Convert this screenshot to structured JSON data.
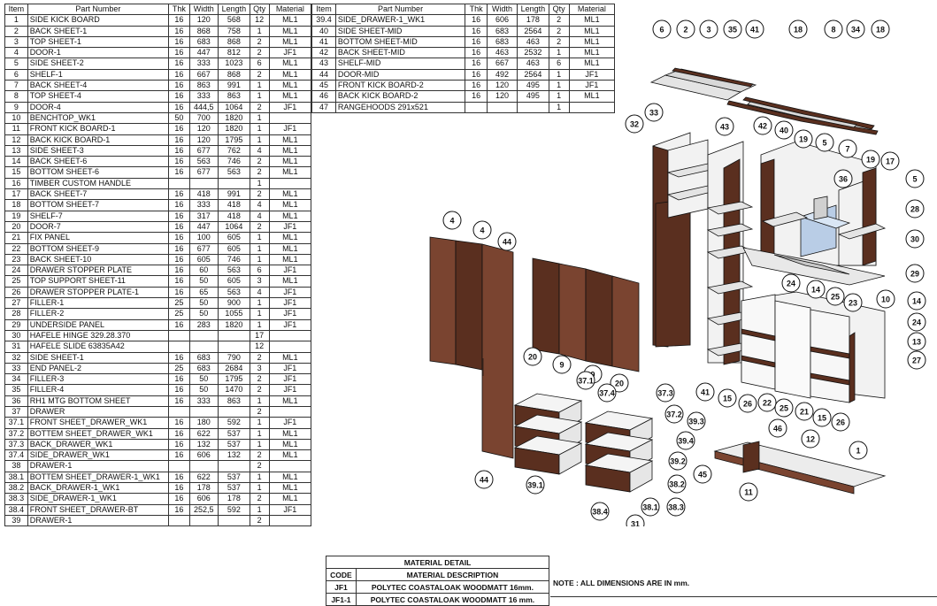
{
  "bom_headers": [
    "Item",
    "Part Number",
    "Thk",
    "Width",
    "Length",
    "Qty",
    "Material"
  ],
  "bom_left": [
    [
      "1",
      "SIDE KICK BOARD",
      "16",
      "120",
      "568",
      "12",
      "ML1"
    ],
    [
      "2",
      "BACK SHEET-1",
      "16",
      "868",
      "758",
      "1",
      "ML1"
    ],
    [
      "3",
      "TOP SHEET-1",
      "16",
      "683",
      "868",
      "2",
      "ML1"
    ],
    [
      "4",
      "DOOR-1",
      "16",
      "447",
      "812",
      "2",
      "JF1"
    ],
    [
      "5",
      "SIDE SHEET-2",
      "16",
      "333",
      "1023",
      "6",
      "ML1"
    ],
    [
      "6",
      "SHELF-1",
      "16",
      "667",
      "868",
      "2",
      "ML1"
    ],
    [
      "7",
      "BACK SHEET-4",
      "16",
      "863",
      "991",
      "1",
      "ML1"
    ],
    [
      "8",
      "TOP SHEET-4",
      "16",
      "333",
      "863",
      "1",
      "ML1"
    ],
    [
      "9",
      "DOOR-4",
      "16",
      "444,5",
      "1064",
      "2",
      "JF1"
    ],
    [
      "10",
      "BENCHTOP_WK1",
      "50",
      "700",
      "1820",
      "1",
      ""
    ],
    [
      "11",
      "FRONT KICK BOARD-1",
      "16",
      "120",
      "1820",
      "1",
      "JF1"
    ],
    [
      "12",
      "BACK KICK BOARD-1",
      "16",
      "120",
      "1795",
      "1",
      "ML1"
    ],
    [
      "13",
      "SIDE SHEET-3",
      "16",
      "677",
      "762",
      "4",
      "ML1"
    ],
    [
      "14",
      "BACK SHEET-6",
      "16",
      "563",
      "746",
      "2",
      "ML1"
    ],
    [
      "15",
      "BOTTOM SHEET-6",
      "16",
      "677",
      "563",
      "2",
      "ML1"
    ],
    [
      "16",
      "TIMBER CUSTOM HANDLE",
      "",
      "",
      "",
      "1",
      ""
    ],
    [
      "17",
      "BACK SHEET-7",
      "16",
      "418",
      "991",
      "2",
      "ML1"
    ],
    [
      "18",
      "BOTTOM SHEET-7",
      "16",
      "333",
      "418",
      "4",
      "ML1"
    ],
    [
      "19",
      "SHELF-7",
      "16",
      "317",
      "418",
      "4",
      "ML1"
    ],
    [
      "20",
      "DOOR-7",
      "16",
      "447",
      "1064",
      "2",
      "JF1"
    ],
    [
      "21",
      "FIX PANEL",
      "16",
      "100",
      "605",
      "1",
      "ML1"
    ],
    [
      "22",
      "BOTTOM SHEET-9",
      "16",
      "677",
      "605",
      "1",
      "ML1"
    ],
    [
      "23",
      "BACK SHEET-10",
      "16",
      "605",
      "746",
      "1",
      "ML1"
    ],
    [
      "24",
      "DRAWER STOPPER PLATE",
      "16",
      "60",
      "563",
      "6",
      "JF1"
    ],
    [
      "25",
      "TOP SUPPORT SHEET-11",
      "16",
      "50",
      "605",
      "3",
      "ML1"
    ],
    [
      "26",
      "DRAWER STOPPER PLATE-1",
      "16",
      "65",
      "563",
      "4",
      "JF1"
    ],
    [
      "27",
      "FILLER-1",
      "25",
      "50",
      "900",
      "1",
      "JF1"
    ],
    [
      "28",
      "FILLER-2",
      "25",
      "50",
      "1055",
      "1",
      "JF1"
    ],
    [
      "29",
      "UNDERSIDE PANEL",
      "16",
      "283",
      "1820",
      "1",
      "JF1"
    ],
    [
      "30",
      "HAFELE HINGE 329.28.370",
      "",
      "",
      "",
      "17",
      ""
    ],
    [
      "31",
      "HAFELE SLIDE 63835A42",
      "",
      "",
      "",
      "12",
      ""
    ],
    [
      "32",
      "SIDE SHEET-1",
      "16",
      "683",
      "790",
      "2",
      "ML1"
    ],
    [
      "33",
      "END PANEL-2",
      "25",
      "683",
      "2684",
      "3",
      "JF1"
    ],
    [
      "34",
      "FILLER-3",
      "16",
      "50",
      "1795",
      "2",
      "JF1"
    ],
    [
      "35",
      "FILLER-4",
      "16",
      "50",
      "1470",
      "2",
      "JF1"
    ],
    [
      "36",
      "RH1 MTG BOTTOM SHEET",
      "16",
      "333",
      "863",
      "1",
      "ML1"
    ],
    [
      "37",
      "DRAWER",
      "",
      "",
      "",
      "2",
      ""
    ],
    [
      "37.1",
      "FRONT SHEET_DRAWER_WK1",
      "16",
      "180",
      "592",
      "1",
      "JF1"
    ],
    [
      "37.2",
      "BOTTEM SHEET_DRAWER_WK1",
      "16",
      "622",
      "537",
      "1",
      "ML1"
    ],
    [
      "37.3",
      "BACK_DRAWER_WK1",
      "16",
      "132",
      "537",
      "1",
      "ML1"
    ],
    [
      "37.4",
      "SIDE_DRAWER_WK1",
      "16",
      "606",
      "132",
      "2",
      "ML1"
    ],
    [
      "38",
      "DRAWER-1",
      "",
      "",
      "",
      "2",
      ""
    ],
    [
      "38.1",
      "BOTTEM SHEET_DRAWER-1_WK1",
      "16",
      "622",
      "537",
      "1",
      "ML1"
    ],
    [
      "38.2",
      "BACK_DRAWER-1_WK1",
      "16",
      "178",
      "537",
      "1",
      "ML1"
    ],
    [
      "38.3",
      "SIDE_DRAWER-1_WK1",
      "16",
      "606",
      "178",
      "2",
      "ML1"
    ],
    [
      "38.4",
      "FRONT SHEET_DRAWER-BT",
      "16",
      "252,5",
      "592",
      "1",
      "JF1"
    ],
    [
      "39",
      "DRAWER-1",
      "",
      "",
      "",
      "2",
      ""
    ]
  ],
  "bom_right": [
    [
      "39.4",
      "SIDE_DRAWER-1_WK1",
      "16",
      "606",
      "178",
      "2",
      "ML1"
    ],
    [
      "40",
      "SIDE SHEET-MID",
      "16",
      "683",
      "2564",
      "2",
      "ML1"
    ],
    [
      "41",
      "BOTTOM SHEET-MID",
      "16",
      "683",
      "463",
      "2",
      "ML1"
    ],
    [
      "42",
      "BACK SHEET-MID",
      "16",
      "463",
      "2532",
      "1",
      "ML1"
    ],
    [
      "43",
      "SHELF-MID",
      "16",
      "667",
      "463",
      "6",
      "ML1"
    ],
    [
      "44",
      "DOOR-MID",
      "16",
      "492",
      "2564",
      "1",
      "JF1"
    ],
    [
      "45",
      "FRONT KICK BOARD-2",
      "16",
      "120",
      "495",
      "1",
      "JF1"
    ],
    [
      "46",
      "BACK KICK BOARD-2",
      "16",
      "120",
      "495",
      "1",
      "ML1"
    ],
    [
      "47",
      "RANGEHOODS 291x521",
      "",
      "",
      "",
      "1",
      ""
    ]
  ],
  "material_detail": {
    "title": "MATERIAL DETAIL",
    "headers": [
      "CODE",
      "MATERIAL DESCRIPTION"
    ],
    "rows": [
      [
        "JF1",
        "POLYTEC COASTALOAK WOODMATT 16mm."
      ],
      [
        "JF1-1",
        "POLYTEC COASTALOAK WOODMATT 16 mm."
      ]
    ]
  },
  "note": "NOTE : ALL DIMENSIONS ARE IN mm.",
  "callouts": [
    "6",
    "2",
    "3",
    "35",
    "41",
    "18",
    "8",
    "34",
    "18",
    "32",
    "33",
    "43",
    "42",
    "40",
    "19",
    "5",
    "7",
    "19",
    "17",
    "36",
    "5",
    "28",
    "30",
    "29",
    "4",
    "4",
    "44",
    "24",
    "14",
    "25",
    "23",
    "10",
    "14",
    "24",
    "13",
    "27",
    "20",
    "9",
    "9",
    "20",
    "37.1",
    "37.4",
    "37.3",
    "37.2",
    "39.3",
    "39.4",
    "39.2",
    "38.2",
    "41",
    "15",
    "26",
    "22",
    "25",
    "21",
    "15",
    "26",
    "46",
    "12",
    "1",
    "45",
    "11",
    "44",
    "39.1",
    "38.4",
    "38.1",
    "38.3",
    "31"
  ],
  "colors": {
    "wood": "#5a2f1f",
    "wood_light": "#7a4430",
    "panel": "#f2f2f2",
    "shelf_top": "#e4e4e4",
    "steel": "#b9cde6",
    "line": "#111111"
  }
}
